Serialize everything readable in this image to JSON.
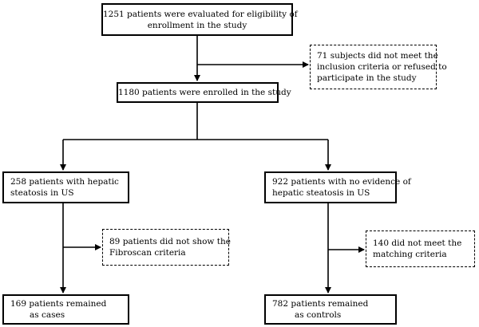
{
  "flowchart": {
    "evaluated": [
      "1251 patients were evaluated for eligibility of",
      "enrollment in the study"
    ],
    "excluded": [
      "71 subjects did not meet the",
      "inclusion criteria or refused to",
      "participate in the study"
    ],
    "enrolled": [
      "1180 patients were enrolled in the study"
    ],
    "steatosis": [
      "258 patients with hepatic",
      "steatosis in US"
    ],
    "no_steatosis": [
      "922 patients with no evidence of",
      "hepatic steatosis in US"
    ],
    "fibroscan_excluded": [
      "89 patients did not show the",
      "Fibroscan criteria"
    ],
    "matching_excluded": [
      "140 did not meet the",
      "matching criteria"
    ],
    "cases": [
      "169 patients remained",
      "as cases"
    ],
    "controls": [
      "782 patients remained",
      "as controls"
    ]
  }
}
